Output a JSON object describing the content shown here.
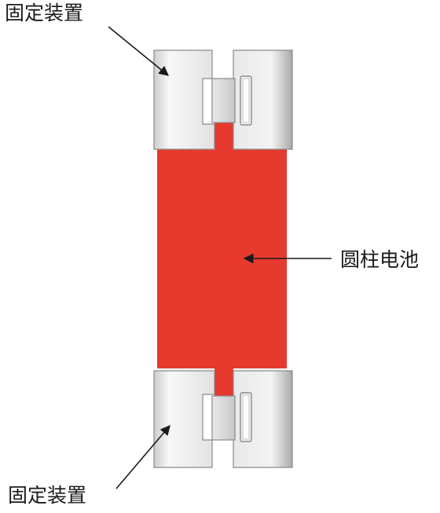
{
  "labels": {
    "fixture_top": "固定装置",
    "fixture_bottom": "固定装置",
    "battery": "圆柱电池"
  },
  "colors": {
    "battery": "#e63a2f",
    "fixture_light": "#f4f4f4",
    "fixture_mid": "#dcdcdc",
    "fixture_edge": "#8a8a8a",
    "arrow": "#1a1a1a"
  }
}
